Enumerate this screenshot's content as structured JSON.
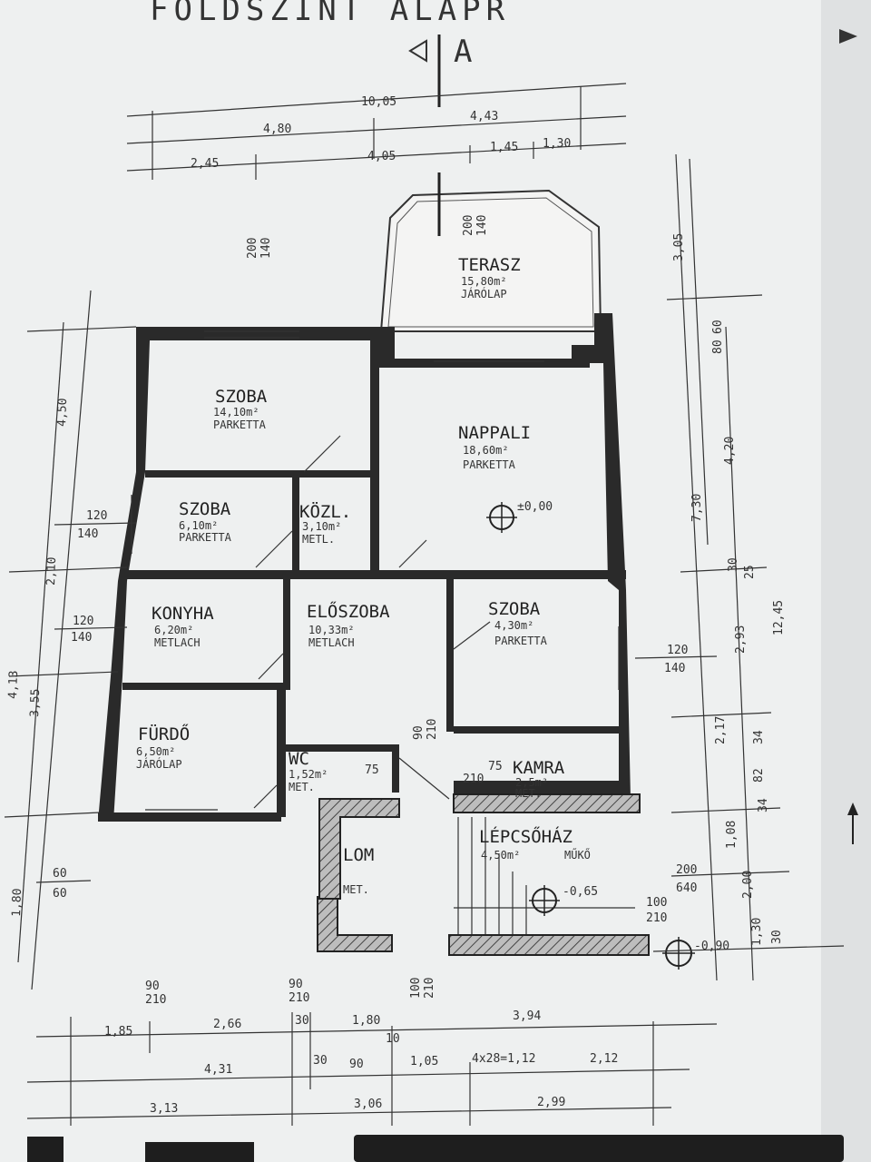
{
  "title": "FÖLDSZINT  ALAPR",
  "section_mark": "A",
  "rooms": [
    {
      "name": "TERASZ",
      "area": "15,80m²",
      "floor": "JÁRÓLAP"
    },
    {
      "name": "SZOBA",
      "area": "14,10m²",
      "floor": "PARKETTA"
    },
    {
      "name": "NAPPALI",
      "area": "18,60m²",
      "floor": "PARKETTA"
    },
    {
      "name": "SZOBA",
      "area": "6,10m²",
      "floor": "PARKETTA"
    },
    {
      "name": "KÖZL.",
      "area": "3,10m²",
      "floor": "METL."
    },
    {
      "name": "KONYHA",
      "area": "6,20m²",
      "floor": "METLACH"
    },
    {
      "name": "ELŐSZOBA",
      "area": "10,33m²",
      "floor": "METLACH"
    },
    {
      "name": "SZOBA",
      "area": "4,30m²",
      "floor": "PARKETTA"
    },
    {
      "name": "FÜRDŐ",
      "area": "6,50m²",
      "floor": "JÁRÓLAP"
    },
    {
      "name": "WC",
      "area": "1,52m²",
      "floor": "MET."
    },
    {
      "name": "KAMRA",
      "area": "2,5m²",
      "floor": "MET."
    },
    {
      "name": "LÉPCSŐHÁZ",
      "area": "4,50m²",
      "floor": "MŰKŐ"
    },
    {
      "name": "LOM",
      "area": "",
      "floor": "MET."
    }
  ],
  "levels": {
    "nappali": "±0,00",
    "stair": "-0,65",
    "entrance": "-0,90"
  },
  "dims": {
    "top_total": "10,05",
    "top_row2": [
      "4,80",
      "4,43"
    ],
    "top_row3": [
      "2,45",
      "4,05",
      "1,45",
      "1,30"
    ],
    "terrace_door": [
      "200",
      "140"
    ],
    "right_col": [
      "3,05",
      "4,20",
      "7,30",
      "2,93",
      "2,17",
      "12,45",
      "1,08",
      "2,00",
      "1,30"
    ],
    "right_small": [
      "60",
      "80",
      "30",
      "25",
      "34",
      "82",
      "34",
      "30"
    ],
    "left_col": [
      "4,50",
      "2,10",
      "4,13",
      "3,55",
      "1,80"
    ],
    "window_marks": [
      "120",
      "140",
      "120",
      "140",
      "120",
      "140",
      "60",
      "60"
    ],
    "stair_dims": [
      "200",
      "640",
      "100",
      "210"
    ],
    "kamra_door": [
      "75",
      "210"
    ],
    "wc_door": [
      "75"
    ],
    "hall_door": [
      "90",
      "210"
    ],
    "bottom_row1": [
      "1,85",
      "2,66",
      "1,80",
      "3,94"
    ],
    "bottom_row2": [
      "4,31",
      "90",
      "1,05",
      "4x28=1,12",
      "2,12"
    ],
    "bottom_row3": [
      "3,13",
      "3,06",
      "2,99"
    ],
    "bottom_small": [
      "30",
      "10",
      "30"
    ],
    "bottom_doors": [
      "90",
      "210",
      "90",
      "210",
      "100",
      "210"
    ]
  }
}
